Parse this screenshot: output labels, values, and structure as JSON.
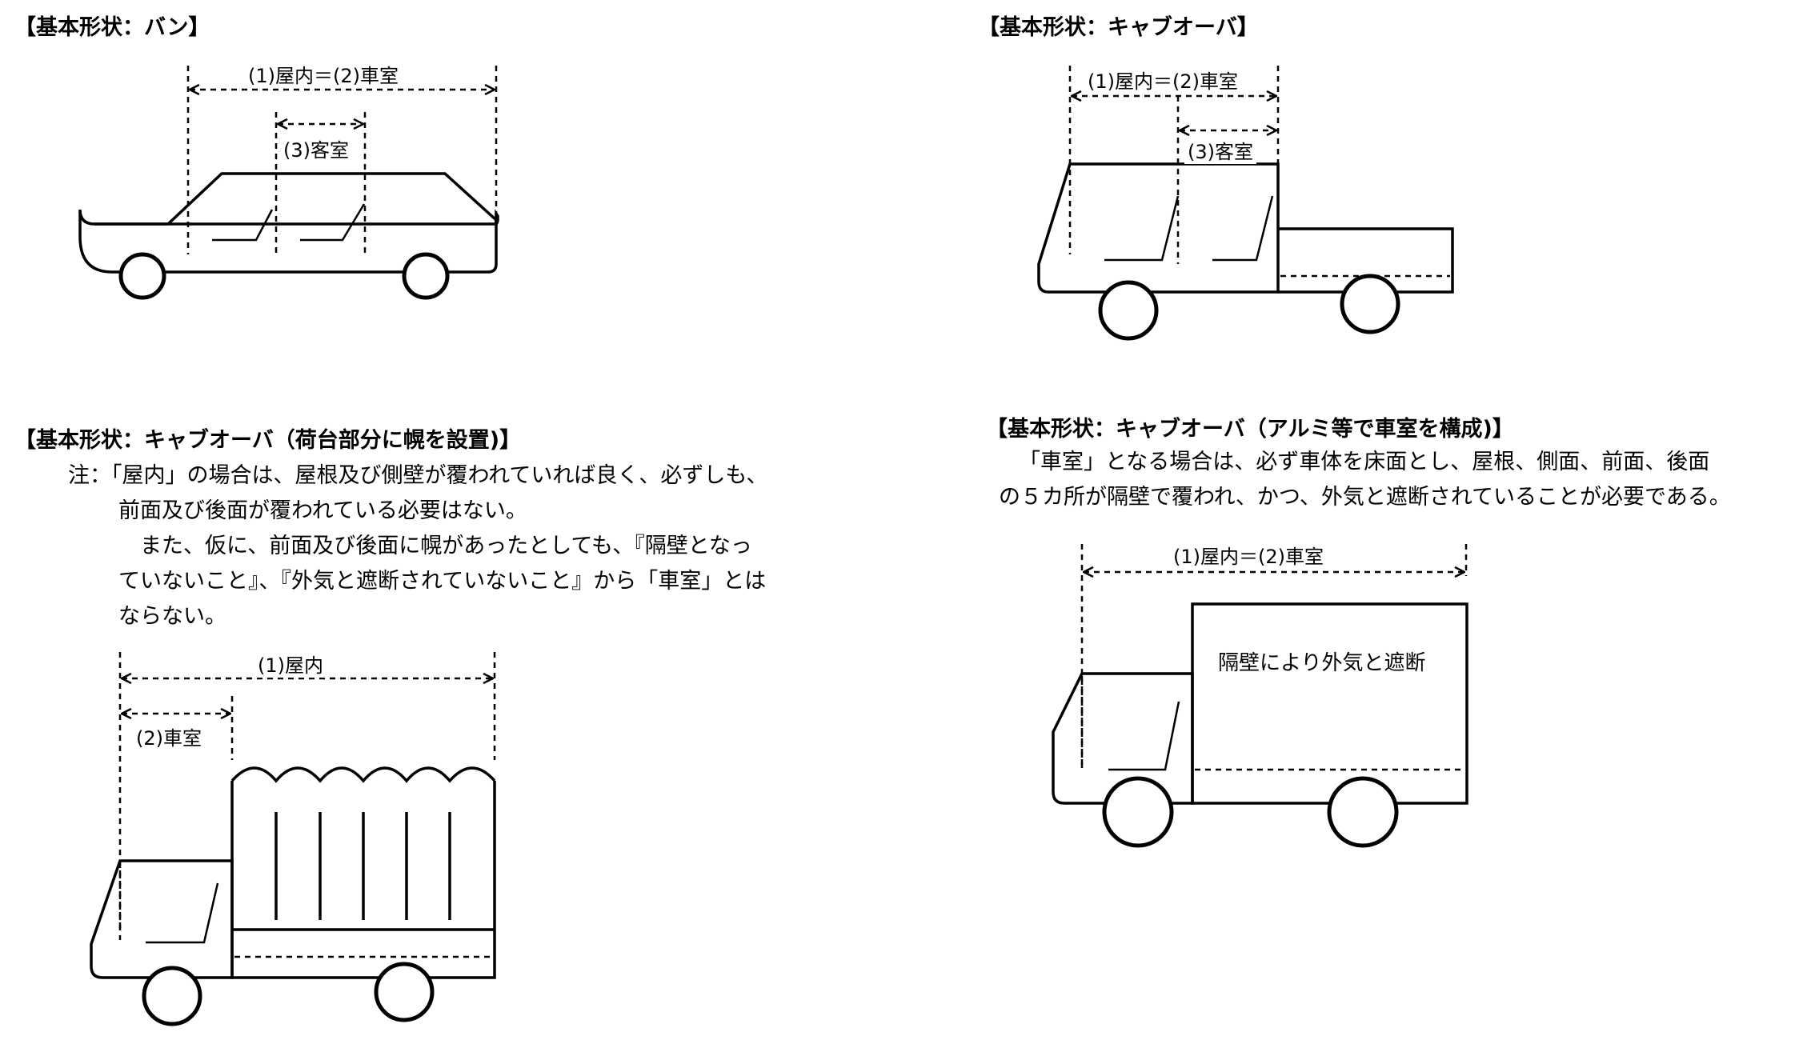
{
  "sections": {
    "van": {
      "heading": "【基本形状：バン】",
      "label_total": "(1)屋内＝(2)車室",
      "label_cabin": "(3)客室"
    },
    "cabover": {
      "heading": "【基本形状：キャブオーバ】",
      "label_total": "(1)屋内＝(2)車室",
      "label_cabin": "(3)客室"
    },
    "cabover_hood": {
      "heading": "【基本形状：キャブオーバ（荷台部分に幌を設置)】",
      "note_line1": "注：「屋内」の場合は、屋根及び側壁が覆われていれば良く、必ずしも、",
      "note_line2": "前面及び後面が覆われている必要はない。",
      "note_line3": "また、仮に、前面及び後面に幌があったとしても、『隔壁となっ",
      "note_line4": "ていないこと』、『外気と遮断されていないこと』から「車室」とは",
      "note_line5": "ならない。",
      "label_total": "(1)屋内",
      "label_cabin": "(2)車室"
    },
    "cabover_aluminum": {
      "heading": "【基本形状：キャブオーバ（アルミ等で車室を構成)】",
      "desc_line1": "「車室」となる場合は、必ず車体を床面とし、屋根、側面、前面、後面",
      "desc_line2": "の５カ所が隔壁で覆われ、かつ、外気と遮断されていることが必要である。",
      "label_total": "(1)屋内＝(2)車室",
      "box_label": "隔壁により外気と遮断"
    }
  }
}
